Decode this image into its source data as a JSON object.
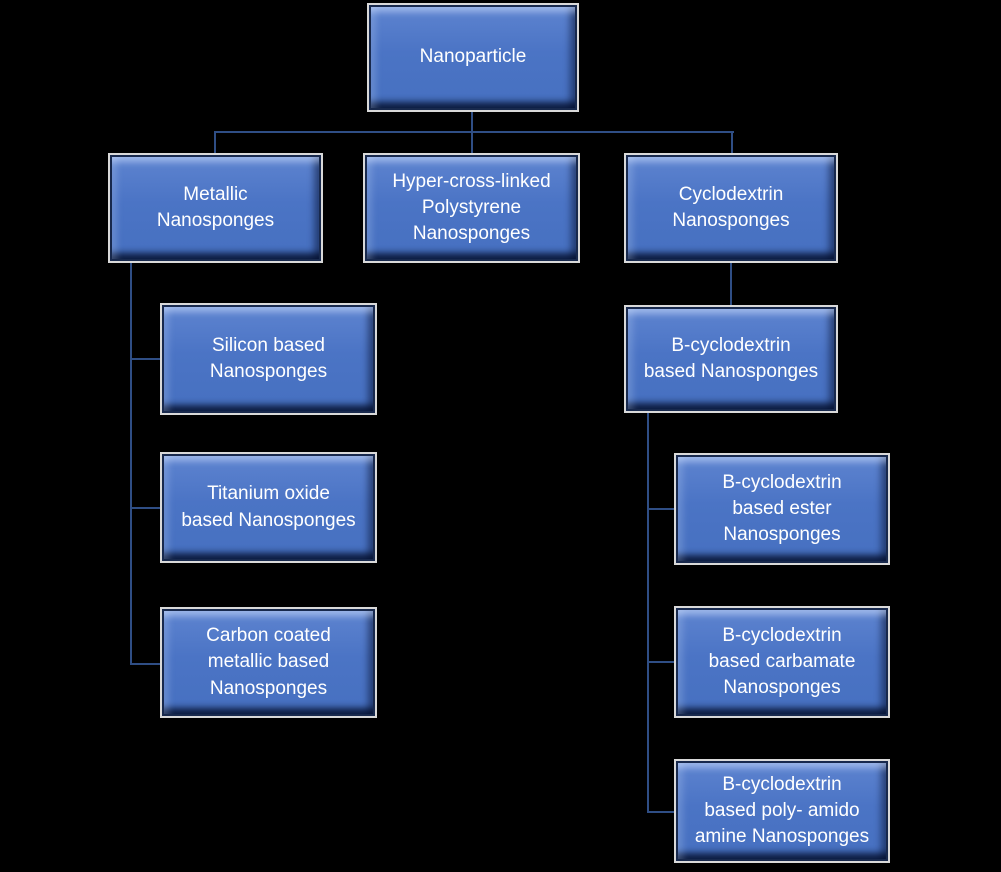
{
  "colors": {
    "background": "#000000",
    "node_fill": "#4b74c5",
    "node_outer_border": "#d9d9d9",
    "node_inner_border": "#18294d",
    "connector": "#2f4e85",
    "text": "#ffffff"
  },
  "nodes": {
    "nanoparticle": {
      "label": "Nanoparticle"
    },
    "metallic": {
      "label": "Metallic\nNanosponges"
    },
    "hyper": {
      "label": "Hyper-cross-linked\nPolystyrene\nNanosponges"
    },
    "cyclodextrin": {
      "label": "Cyclodextrin\nNanosponges"
    },
    "silicon": {
      "label": "Silicon based\nNanosponges"
    },
    "titanium": {
      "label": "Titanium oxide\nbased Nanosponges"
    },
    "carbon": {
      "label": "Carbon coated\nmetallic based\nNanosponges"
    },
    "bcyclodextrin": {
      "label": "B-cyclodextrin\nbased Nanosponges"
    },
    "ester": {
      "label": "B-cyclodextrin\nbased ester\nNanosponges"
    },
    "carbamate": {
      "label": "B-cyclodextrin\nbased carbamate\nNanosponges"
    },
    "polyamidoamine": {
      "label": "B-cyclodextrin\nbased poly- amido\namine Nanosponges"
    }
  }
}
